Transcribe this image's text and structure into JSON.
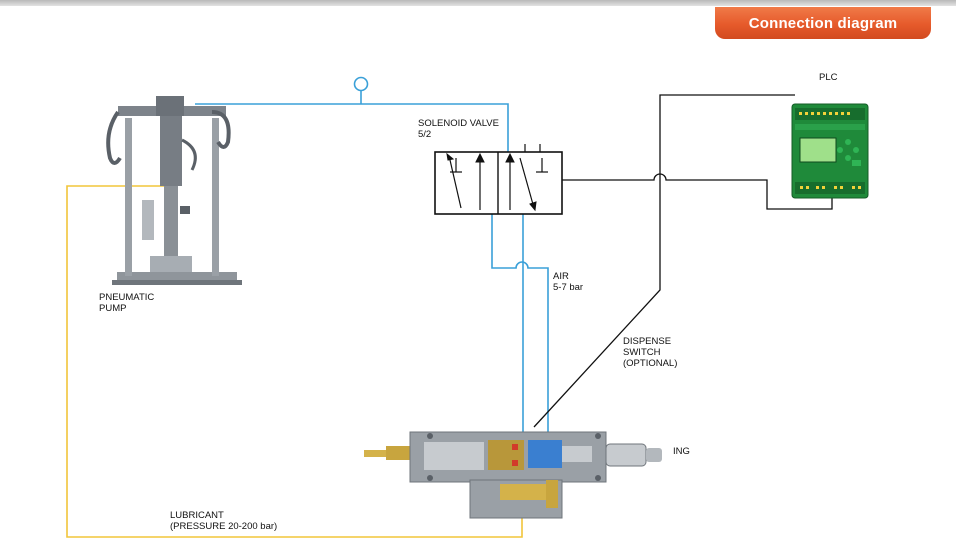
{
  "header": {
    "badge": "Connection diagram"
  },
  "labels": {
    "plc": "PLC",
    "solenoid_valve": "SOLENOID VALVE\n5/2",
    "pneumatic_pump": "PNEUMATIC\nPUMP",
    "air": "AIR\n5-7 bar",
    "dispense_switch": "DISPENSE\nSWITCH\n(OPTIONAL)",
    "dispensing_valve": "ING",
    "lubricant": "LUBRICANT\n(PRESSURE 20-200 bar)"
  },
  "colors": {
    "badge": "#e65a2b",
    "air_line": "#3aa0d8",
    "lubricant_line": "#f2c53a",
    "signal_line": "#111111",
    "plc_body": "#1f8a3a",
    "plc_screen": "#9fe08a"
  }
}
